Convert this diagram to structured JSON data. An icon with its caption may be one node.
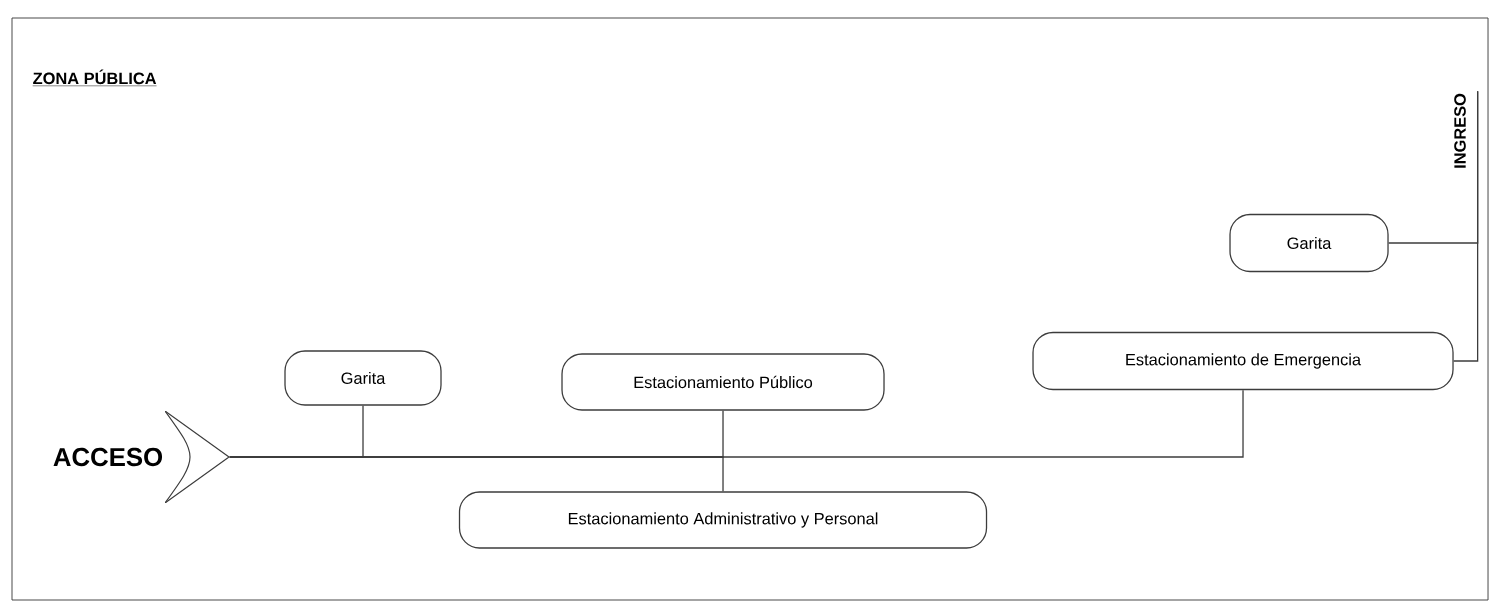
{
  "diagram": {
    "nodes": [
      {
        "text": [
          "ACCESO"
        ]
      },
      {
        "text": [],
        "shape": "chevron"
      },
      {
        "text": [
          "Garita"
        ]
      },
      {
        "text": [
          "Estacionamiento Público"
        ]
      },
      {
        "text": [
          "Estacionamiento Administrativo y Personal"
        ]
      },
      {
        "text": [
          "Estacionamiento de Emergencia"
        ]
      },
      {
        "text": [
          "Garita"
        ]
      },
      {
        "text": [
          "INGRESO"
        ]
      }
    ],
    "edges": [
      {
        "from": 1,
        "to": 2,
        "arrow": "none"
      },
      {
        "from": 1,
        "to": 3,
        "arrow": "none"
      },
      {
        "from": 1,
        "to": 4,
        "arrow": "none"
      },
      {
        "from": 1,
        "to": 5,
        "arrow": "none"
      },
      {
        "from": 7,
        "to": 6,
        "arrow": "none"
      },
      {
        "from": 7,
        "to": 5,
        "arrow": "none"
      }
    ],
    "labels": [
      "ZONA PÚBLICA"
    ]
  }
}
